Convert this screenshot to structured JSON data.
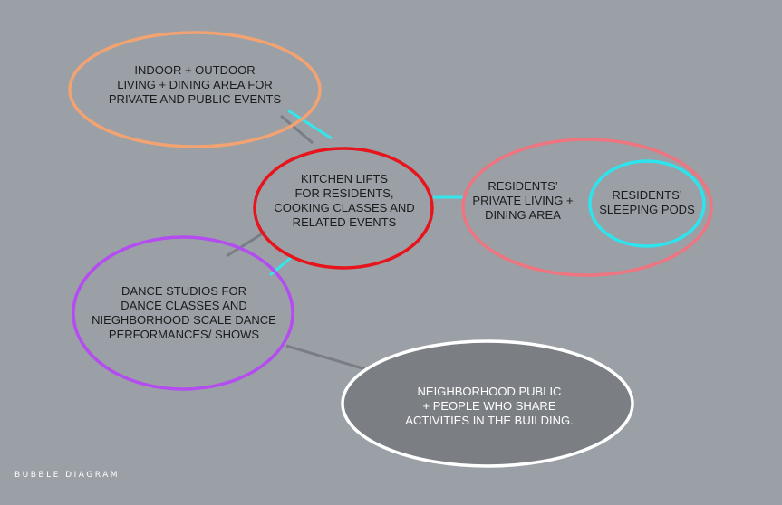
{
  "caption": "BUBBLE DIAGRAM",
  "colors": {
    "background": "#9aa0a6",
    "connector_gray": "#7a7e84",
    "connector_cyan": "#33e6ee",
    "orange": "#f3a272",
    "red": "#e8141c",
    "pink": "#ee7580",
    "cyan": "#2de4ee",
    "purple": "#b44cf0",
    "white": "#ffffff",
    "dark_fill": "#7b7f84"
  },
  "bubbles": {
    "living_dining": "INDOOR + OUTDOOR\nLIVING + DINING AREA FOR\nPRIVATE AND PUBLIC EVENTS",
    "kitchen": "KITCHEN LIFTS\nFOR RESIDENTS,\nCOOKING CLASSES AND\nRELATED EVENTS",
    "residents_living": "RESIDENTS’\nPRIVATE LIVING +\nDINING AREA",
    "sleeping_pods": "RESIDENTS’\nSLEEPING PODS",
    "dance_studios": "DANCE STUDIOS FOR\nDANCE CLASSES AND\nNIEGHBORHOOD SCALE DANCE\nPERFORMANCES/ SHOWS",
    "public": "NEIGHBORHOOD PUBLIC\n+ PEOPLE WHO SHARE\nACTIVITIES IN THE BUILDING."
  }
}
